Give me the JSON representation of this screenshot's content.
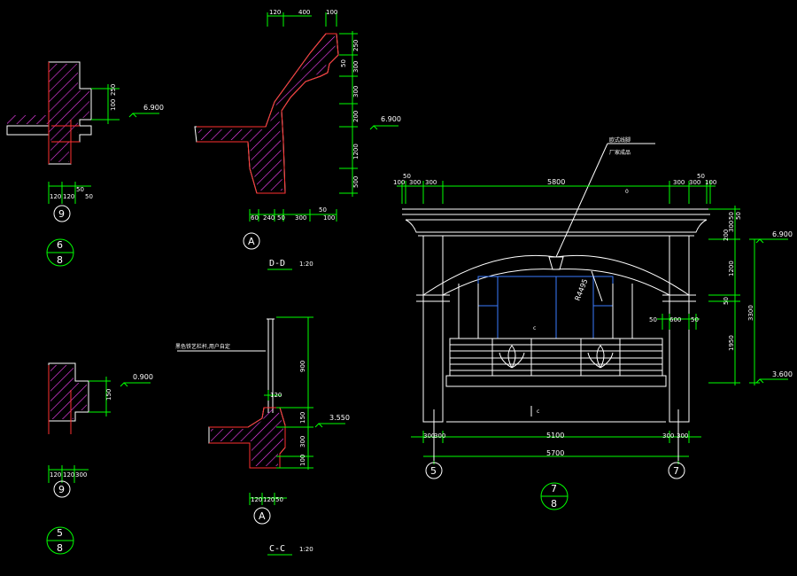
{
  "colors": {
    "background": "#000000",
    "dimension_lines": "#00ff00",
    "outlines": "#ffffff",
    "section_cut": "#ff3030",
    "hatch": "#ff44ff",
    "glass": "#3a7bff",
    "text": "#ffffff"
  },
  "section_9_upper": {
    "level": "6.900",
    "dims_vertical": [
      "100",
      "250"
    ],
    "dims_horizontal": [
      "120",
      "120",
      "50",
      "50"
    ],
    "axis": "9"
  },
  "section_9_lower": {
    "level": "0.900",
    "dims_vertical": [
      "150"
    ],
    "dims_horizontal": [
      "120",
      "120",
      "300"
    ],
    "axis": "9"
  },
  "index_6_8": {
    "top": "6",
    "bottom": "8"
  },
  "index_5_8": {
    "top": "5",
    "bottom": "8"
  },
  "section_dd": {
    "title": "D-D",
    "scale": "1:20",
    "level": "6.900",
    "dims_top": [
      "120",
      "400",
      "100"
    ],
    "dims_right": [
      "250",
      "300",
      "300",
      "200",
      "1200",
      "500",
      "50"
    ],
    "dims_bottom": [
      "60",
      "240",
      "50",
      "300",
      "100"
    ],
    "dims_side": [
      "50"
    ],
    "axis": "A"
  },
  "section_cc": {
    "title": "C-C",
    "scale": "1:20",
    "level": "3.550",
    "note": "黑色铁艺栏杆,用户自定",
    "dims_right": [
      "900",
      "150",
      "300",
      "100"
    ],
    "dims_top": [
      "120"
    ],
    "dims_bottom": [
      "120",
      "120",
      "50"
    ],
    "axis": "A"
  },
  "elevation": {
    "note_1": "欧式线脚",
    "note_2": "厂家成品",
    "radius": "R4495",
    "dims_top": [
      "100",
      "50",
      "300",
      "300",
      "5800",
      "300",
      "50",
      "300",
      "100"
    ],
    "dims_right": [
      "200",
      "1200",
      "50",
      "1950",
      "3300"
    ],
    "dims_right_small": [
      "50",
      "300",
      "50"
    ],
    "dims_small": [
      "50",
      "600",
      "50"
    ],
    "dims_bottom_1": [
      "300",
      "300",
      "5100",
      "300",
      "300"
    ],
    "dims_bottom_2": [
      "5700"
    ],
    "levels": [
      "6.900",
      "3.600"
    ],
    "axis_left": "5",
    "axis_right": "7",
    "index": {
      "top": "7",
      "bottom": "8"
    }
  }
}
